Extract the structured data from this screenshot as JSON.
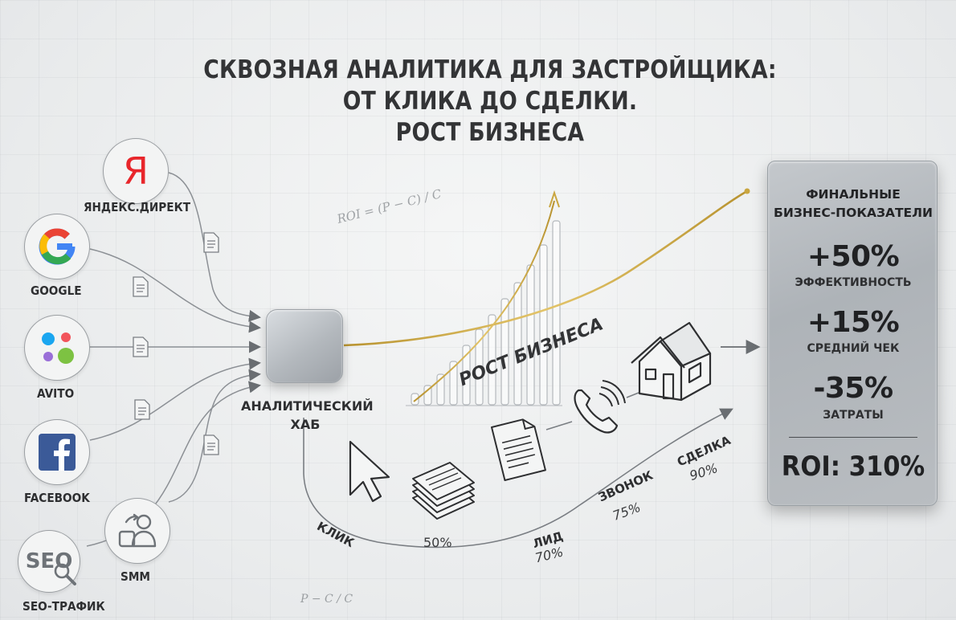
{
  "title": {
    "line1": "СКВОЗНАЯ АНАЛИТИКА ДЛЯ ЗАСТРОЙЩИКА:",
    "line2": "ОТ КЛИКА ДО СДЕЛКИ.",
    "line3": "РОСТ БИЗНЕСА"
  },
  "sources": [
    {
      "label": "ЯНДЕКС.ДИРЕКТ",
      "icon": "yandex-icon",
      "glyph": "Я"
    },
    {
      "label": "GOOGLE",
      "icon": "google-icon"
    },
    {
      "label": "AVITO",
      "icon": "avito-icon"
    },
    {
      "label": "FACEBOOK",
      "icon": "facebook-icon"
    },
    {
      "label": "SMM",
      "icon": "people-icon"
    },
    {
      "label": "SEO-ТРАФИК",
      "icon": "seo-icon",
      "glyph": "SEO"
    }
  ],
  "hub": {
    "line1": "АНАЛИТИЧЕСКИЙ",
    "line2": "ХАБ"
  },
  "growth_label": "РОСТ БИЗНЕСА",
  "funnel": {
    "click": {
      "label": "КЛИК"
    },
    "leads_pct": "50%",
    "lead": {
      "label": "ЛИД",
      "pct": "70%"
    },
    "call": {
      "label": "ЗВОНОК",
      "pct": "75%"
    },
    "deal": {
      "label": "СДЕЛКА",
      "pct": "90%"
    }
  },
  "panel": {
    "title_line1": "ФИНАЛЬНЫЕ",
    "title_line2": "БИЗНЕС-ПОКАЗАТЕЛИ",
    "metrics": [
      {
        "value": "+50%",
        "label": "ЭФФЕКТИВНОСТЬ"
      },
      {
        "value": "+15%",
        "label": "СРЕДНИЙ ЧЕК"
      },
      {
        "value": "-35%",
        "label": "ЗАТРАТЫ"
      }
    ],
    "roi": "ROI: 310%"
  },
  "formulas": {
    "roi_top": "ROI = (P − C) / C",
    "roi_bottom": "P − C / C"
  },
  "colors": {
    "gold": "#c9a640",
    "yandex_red": "#e8262b",
    "facebook_blue": "#3b5a98",
    "avito_blue": "#1aa6f0",
    "avito_red": "#f2545b",
    "avito_purple": "#9a6fd8",
    "avito_green": "#7dc242"
  }
}
